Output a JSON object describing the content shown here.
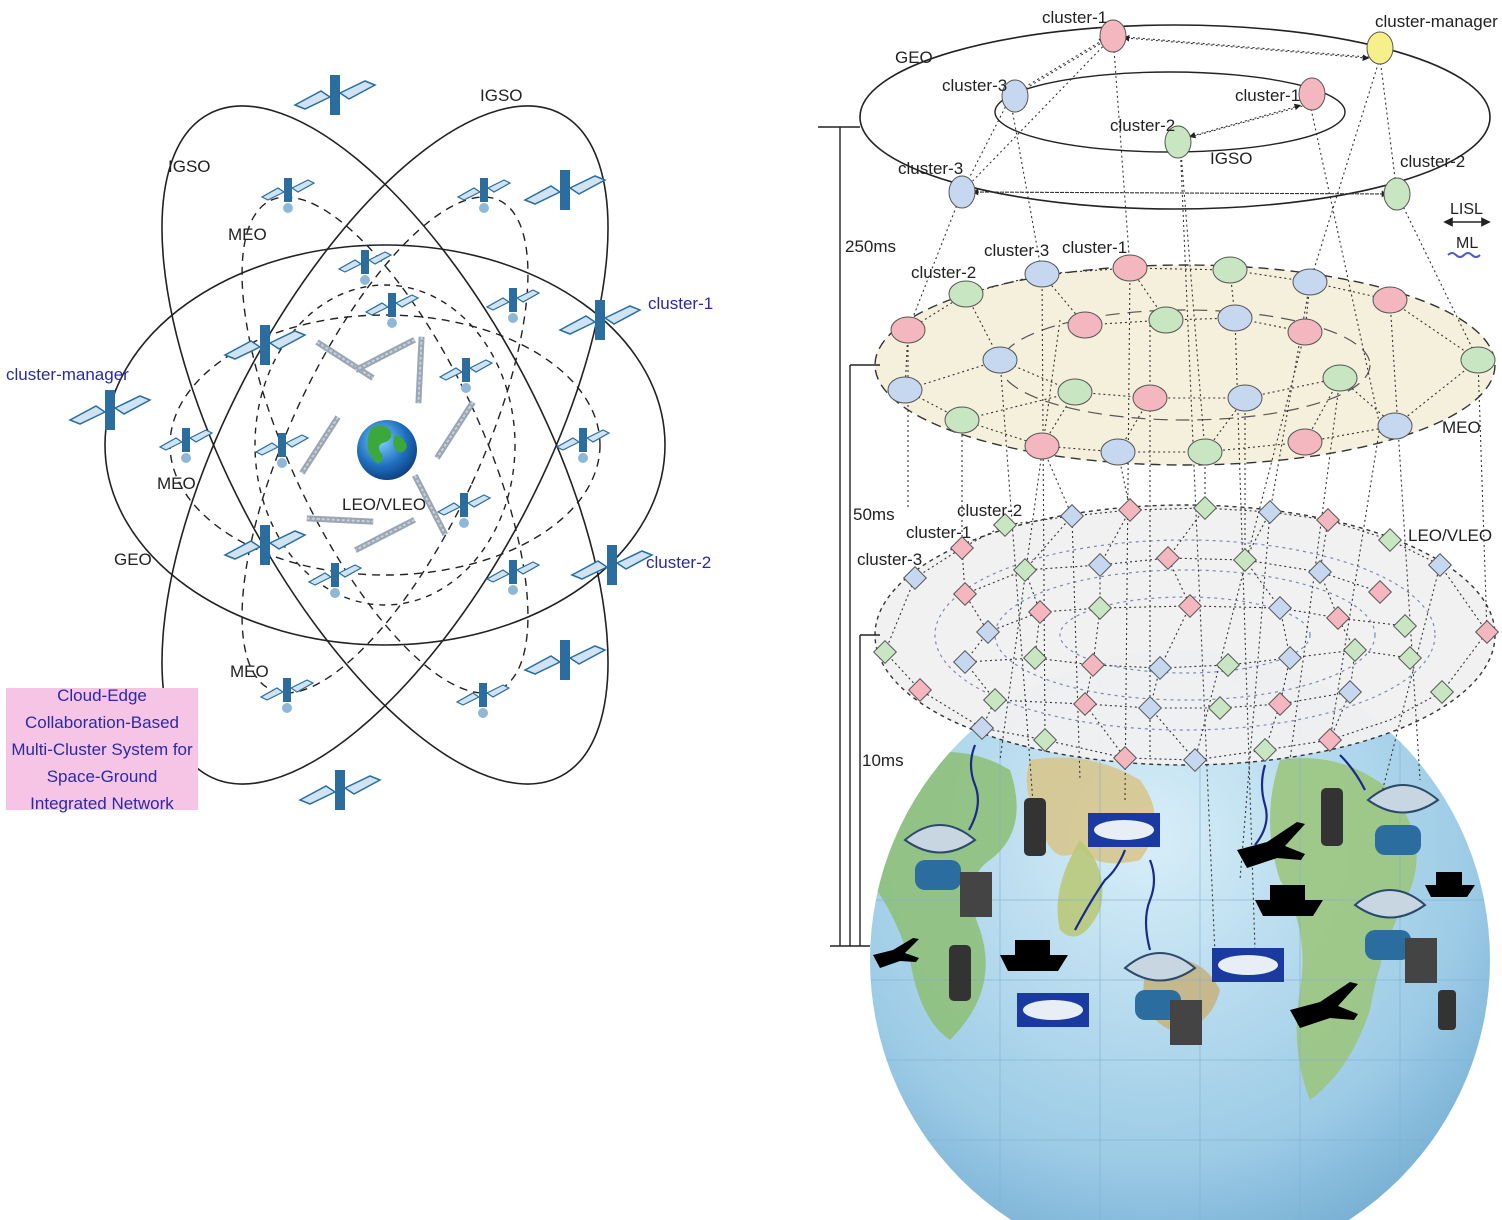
{
  "left_panel": {
    "orbit_labels": {
      "igso_left": "IGSO",
      "igso_top": "IGSO",
      "meo_upper": "MEO",
      "meo_left": "MEO",
      "meo_lower": "MEO",
      "geo": "GEO",
      "leo_vleo": "LEO/VLEO"
    },
    "cluster_labels": {
      "manager": "cluster-manager",
      "cluster1": "cluster-1",
      "cluster2": "cluster-2"
    },
    "callout": "Cloud-Edge Collaboration-Based Multi-Cluster System for Space-Ground Integrated Network"
  },
  "right_panel": {
    "orbit_labels": {
      "geo": "GEO",
      "igso": "IGSO",
      "meo": "MEO",
      "leo_vleo": "LEO/VLEO"
    },
    "cluster_labels": {
      "geo_cluster1": "cluster-1",
      "geo_manager": "cluster-manager",
      "geo_cluster3": "cluster-3",
      "igso_cluster1": "cluster-1",
      "igso_cluster2": "cluster-2",
      "geo_cluster3b": "cluster-3",
      "geo_cluster2": "cluster-2",
      "meo_cluster2": "cluster-2",
      "meo_cluster3": "cluster-3",
      "meo_cluster1": "cluster-1",
      "leo_cluster2": "cluster-2",
      "leo_cluster1": "cluster-1",
      "leo_cluster3": "cluster-3"
    },
    "latency_labels": {
      "l250": "250ms",
      "l50": "50ms",
      "l10": "10ms"
    },
    "legend": {
      "lisl": "LISL",
      "ml": "ML"
    }
  },
  "colors": {
    "cluster1": "#f4b6bf",
    "cluster2": "#c8e6c2",
    "cluster3": "#c6d8f0",
    "manager": "#f7f08a",
    "satellite": "#2a6d9e",
    "label_blue": "#2a2aa8",
    "meo_band": "#f5f0dc",
    "leo_band": "#f0f0f0",
    "callout_bg": "#f6c4e4"
  }
}
